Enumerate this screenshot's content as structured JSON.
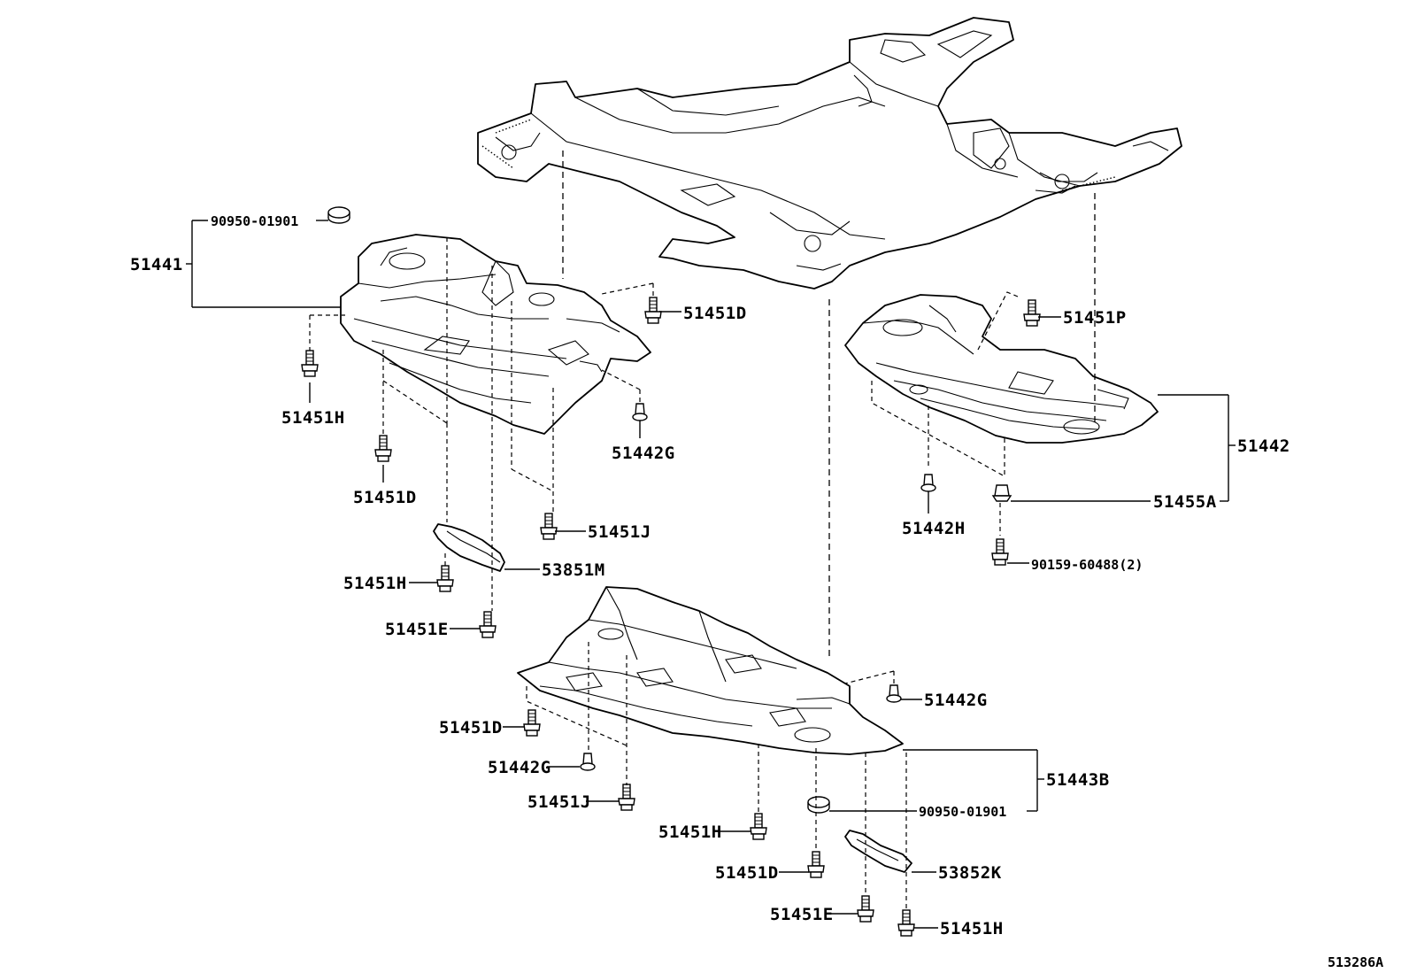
{
  "diagram_id": "513286A",
  "labels": {
    "p90950_01901_top": "90950-01901",
    "p51441": "51441",
    "p51451D_a": "51451D",
    "p51451H_a": "51451H",
    "p51442G_a": "51442G",
    "p51451D_b": "51451D",
    "p51451J_a": "51451J",
    "p53851M": "53851M",
    "p51451H_b": "51451H",
    "p51451E_a": "51451E",
    "p51451P": "51451P",
    "p51442": "51442",
    "p51442H": "51442H",
    "p51455A": "51455A",
    "p90159_60488": "90159-60488(2)",
    "p51442G_b": "51442G",
    "p51451D_c": "51451D",
    "p51442G_c": "51442G",
    "p51451J_b": "51451J",
    "p51451H_c": "51451H",
    "p51443B": "51443B",
    "p90950_01901_bot": "90950-01901",
    "p51451D_d": "51451D",
    "p53852K": "53852K",
    "p51451E_b": "51451E",
    "p51451H_d": "51451H"
  }
}
